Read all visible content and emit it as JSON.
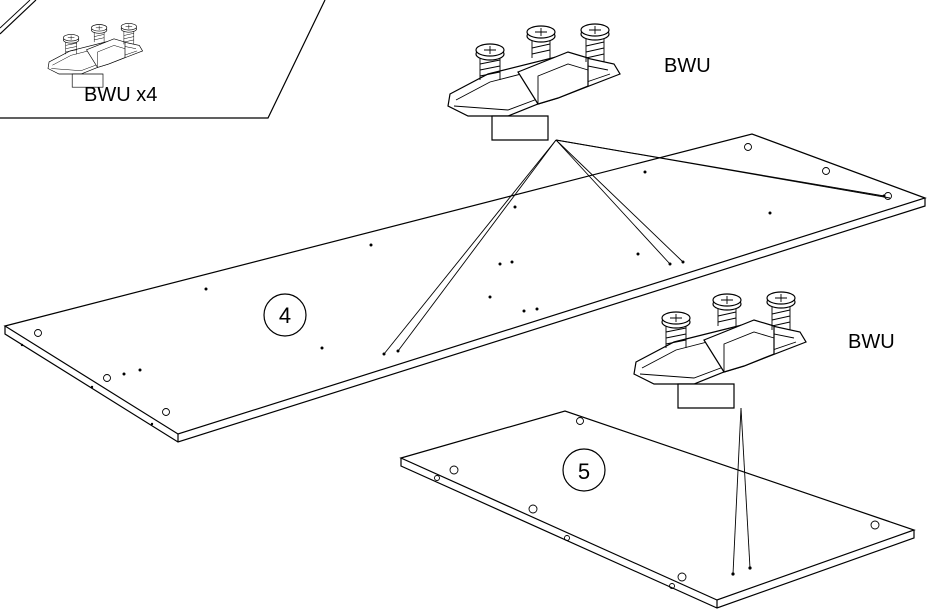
{
  "callout": {
    "label": "BWU x4"
  },
  "parts": {
    "panel_4": {
      "number": "4"
    },
    "panel_5": {
      "number": "5"
    }
  },
  "fittings": {
    "top": {
      "label": "BWU"
    },
    "right": {
      "label": "BWU"
    }
  }
}
